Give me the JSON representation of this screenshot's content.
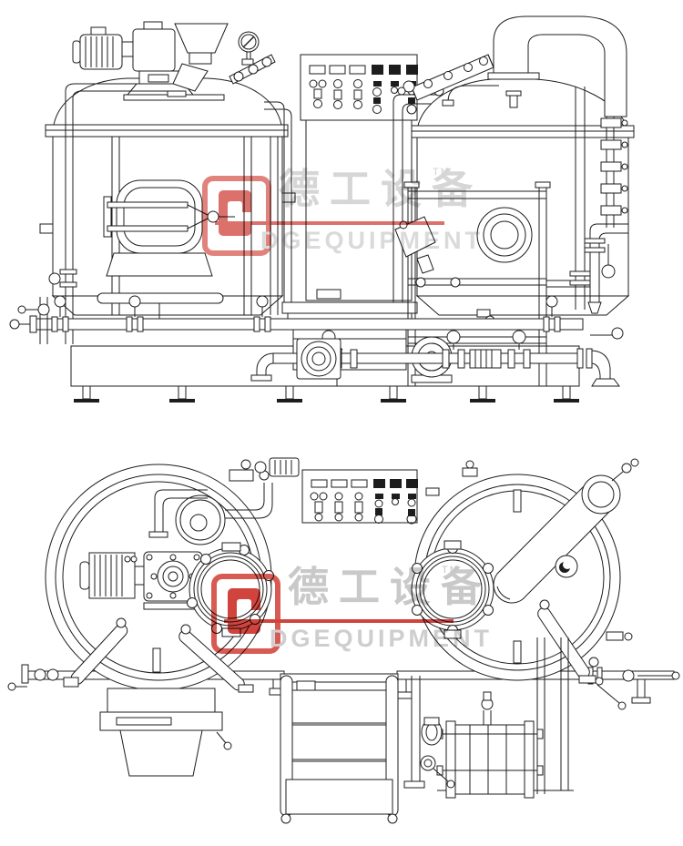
{
  "watermark": {
    "chinese": "德工设备",
    "trademark": "TM",
    "english": "DGEQUIPMENT",
    "colors": {
      "red": "#cf3a33",
      "light_red": "#d6524a",
      "gray_text": "#c6c6c6"
    }
  },
  "drawing": {
    "background": "#ffffff",
    "line_color": "#1d1d1d"
  }
}
